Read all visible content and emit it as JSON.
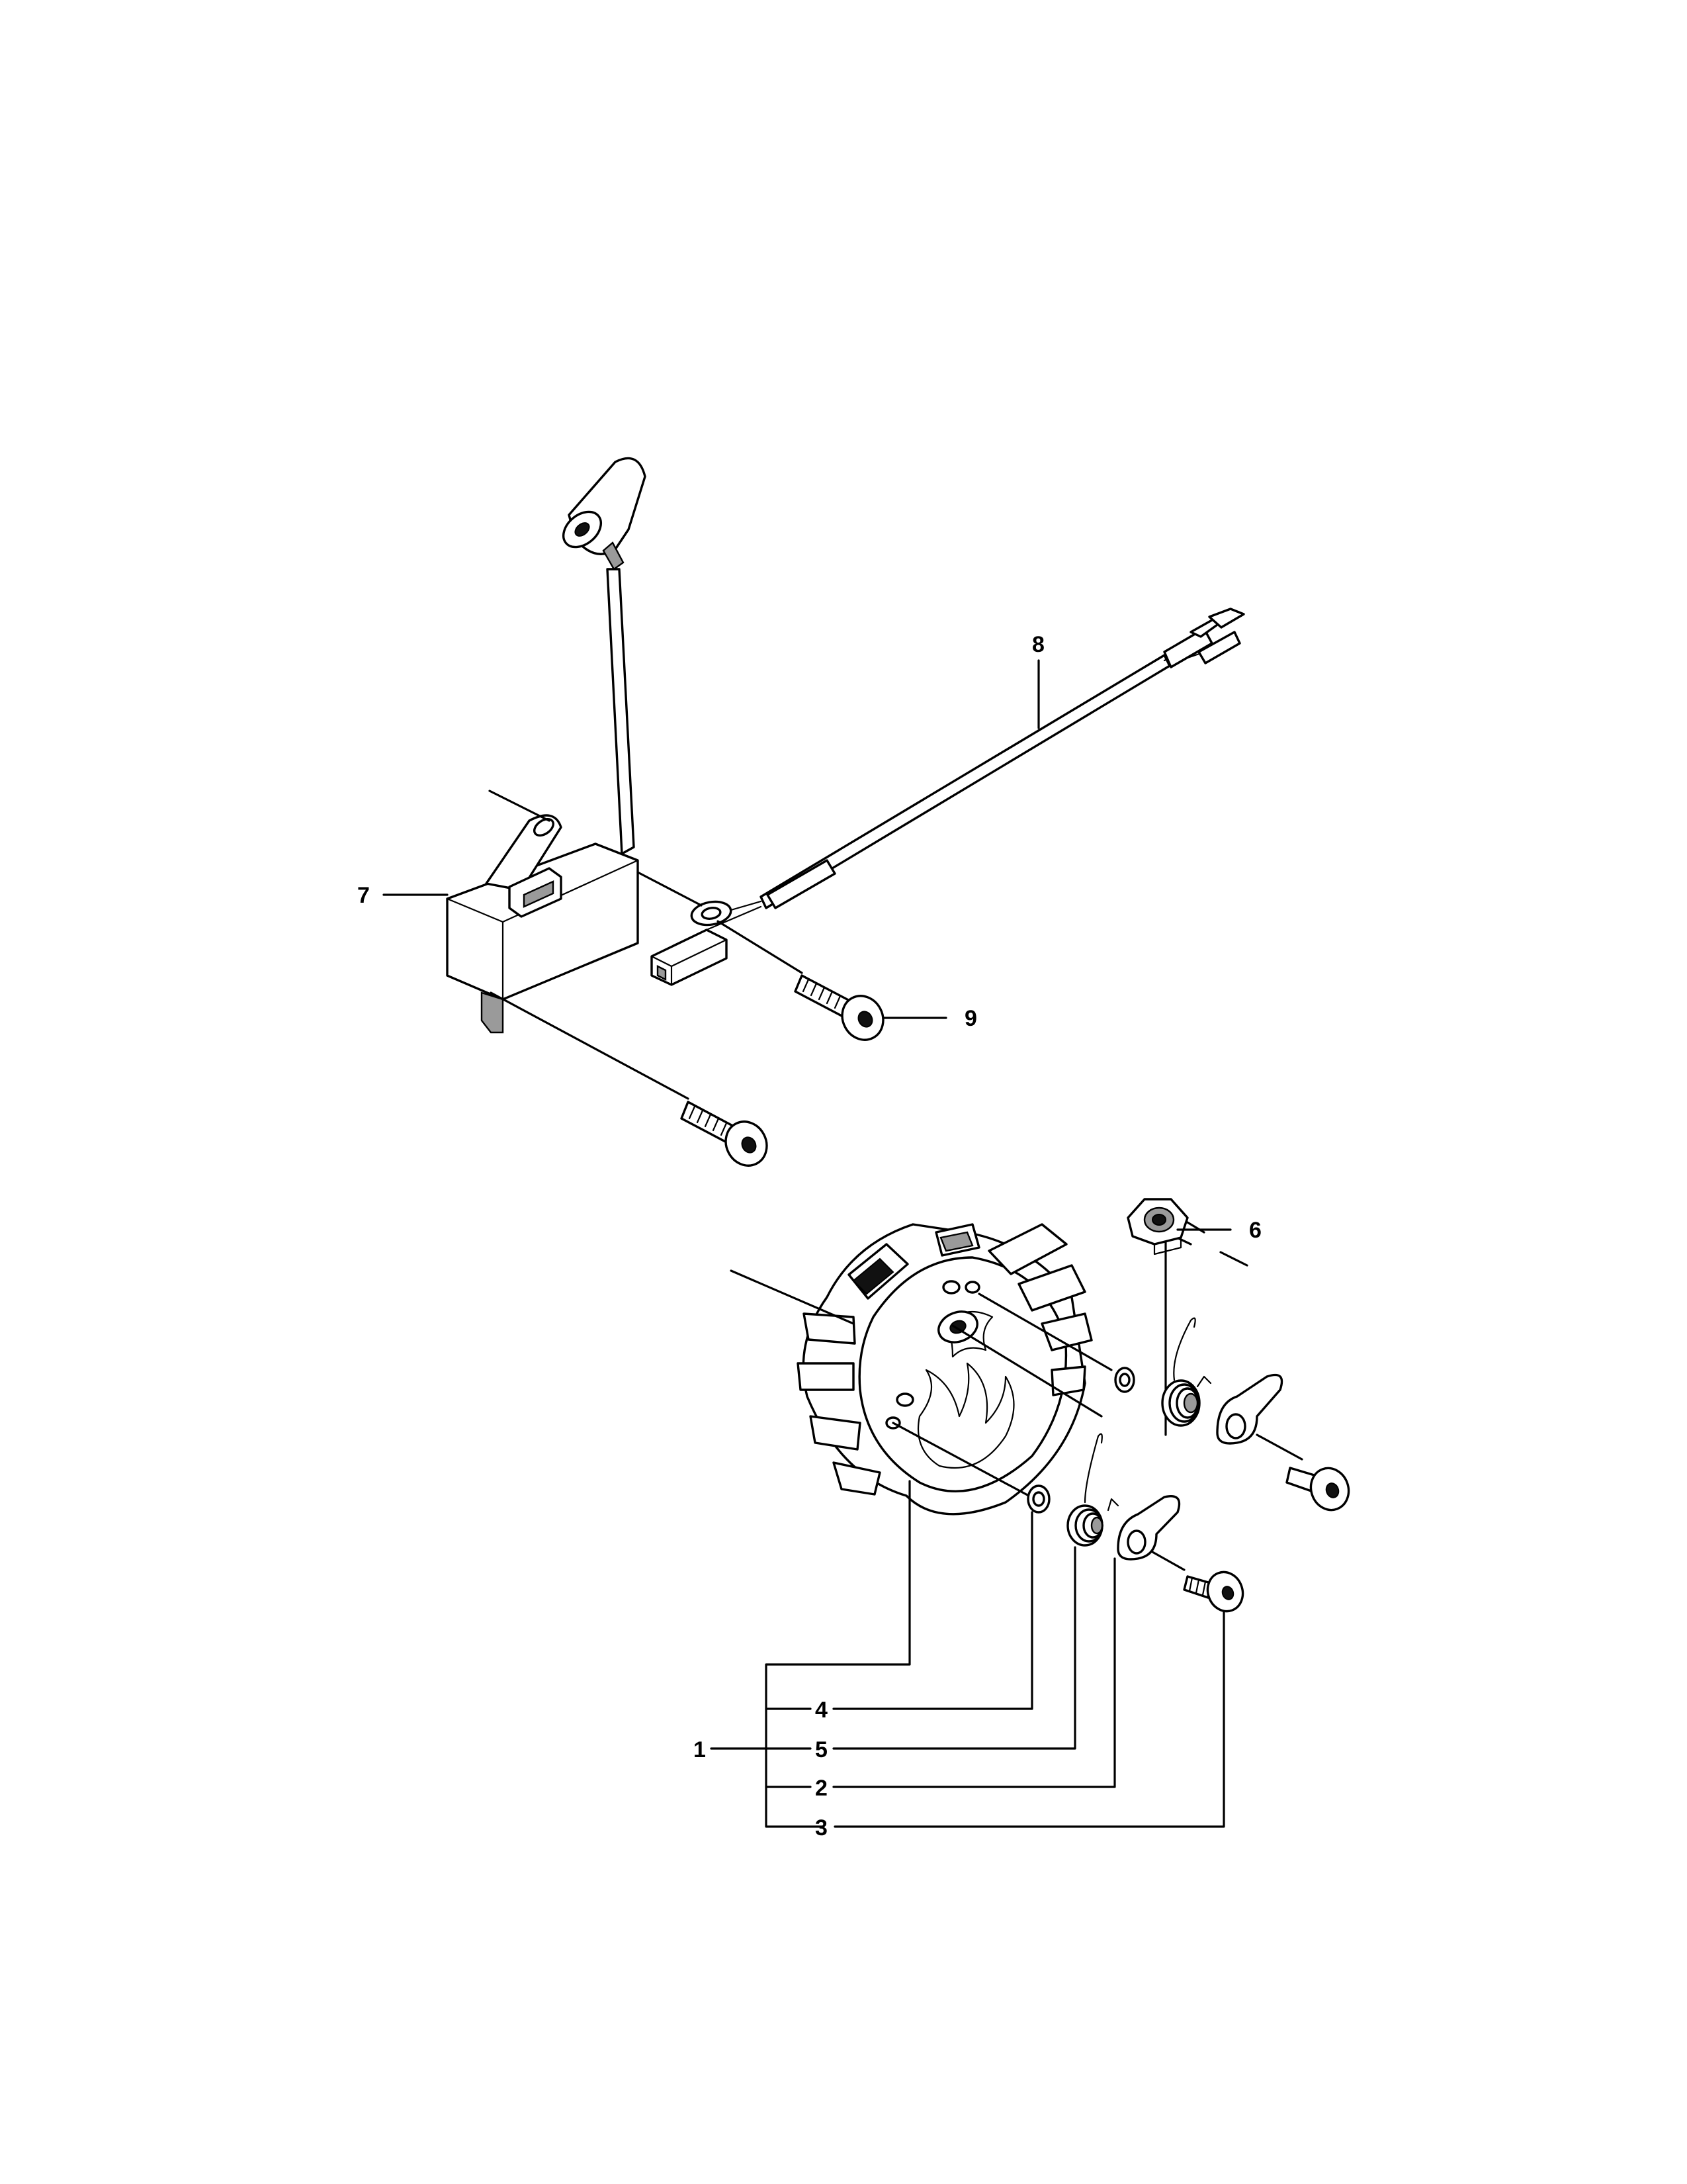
{
  "callouts": {
    "c1": "1",
    "c2": "2",
    "c3": "3",
    "c4": "4",
    "c5": "5",
    "c6": "6",
    "c7": "7",
    "c8": "8",
    "c9": "9"
  },
  "colors": {
    "ink": "#000000",
    "paper": "#ffffff",
    "shade": "#9a9a9a"
  }
}
